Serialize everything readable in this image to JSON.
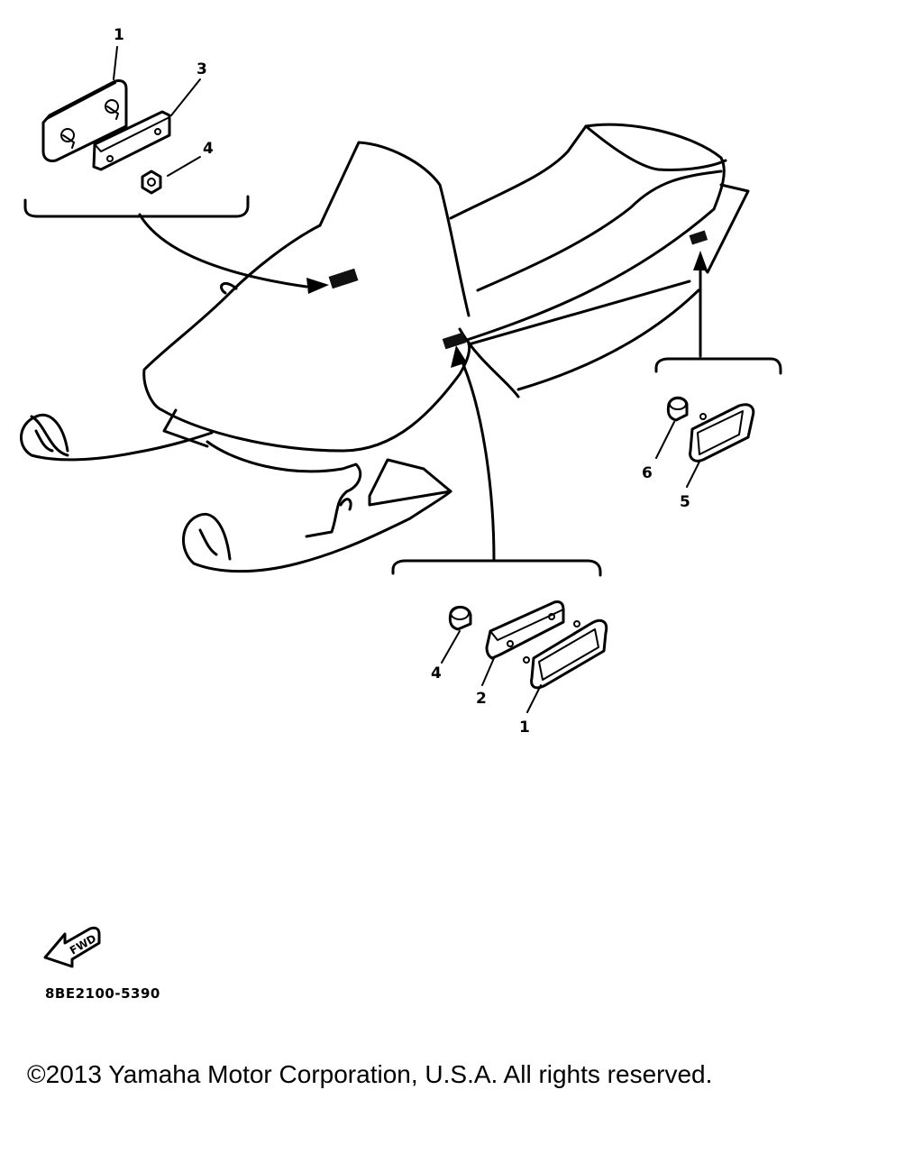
{
  "callouts": {
    "top_left": {
      "part1": "1",
      "part3": "3",
      "part4": "4"
    },
    "bottom_center": {
      "part4": "4",
      "part2": "2",
      "part1": "1"
    },
    "right": {
      "part6": "6",
      "part5": "5"
    }
  },
  "fwd_badge": "FWD",
  "part_code": "8BE2100-5390",
  "copyright": "©2013 Yamaha Motor Corporation, U.S.A. All rights reserved.",
  "colors": {
    "ink": "#000000",
    "paper": "#ffffff",
    "hatch": "#444444"
  }
}
